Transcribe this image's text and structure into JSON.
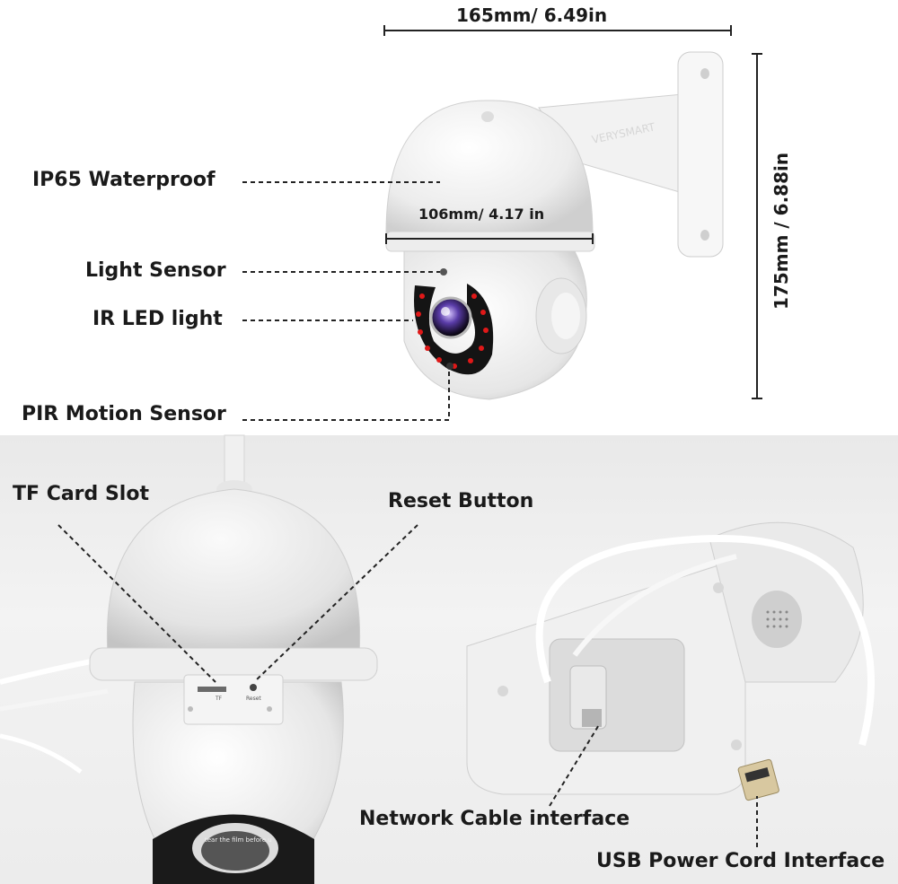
{
  "top": {
    "width_dim": "165mm/ 6.49in",
    "height_dim": "175mm / 6.88in",
    "dome_dim": "106mm/ 4.17 in",
    "labels": {
      "waterproof": "IP65 Waterproof",
      "light_sensor": "Light Sensor",
      "ir_led": "IR LED light",
      "pir": "PIR Motion Sensor"
    },
    "brand_text": "VERYSMART"
  },
  "bottom": {
    "labels": {
      "tf_card": "TF Card Slot",
      "reset": "Reset Button",
      "network": "Network Cable interface",
      "usb": "USB Power Cord Interface"
    },
    "panel_text": {
      "tf": "TF",
      "reset": "Reset",
      "film": "tear the film before u"
    }
  }
}
